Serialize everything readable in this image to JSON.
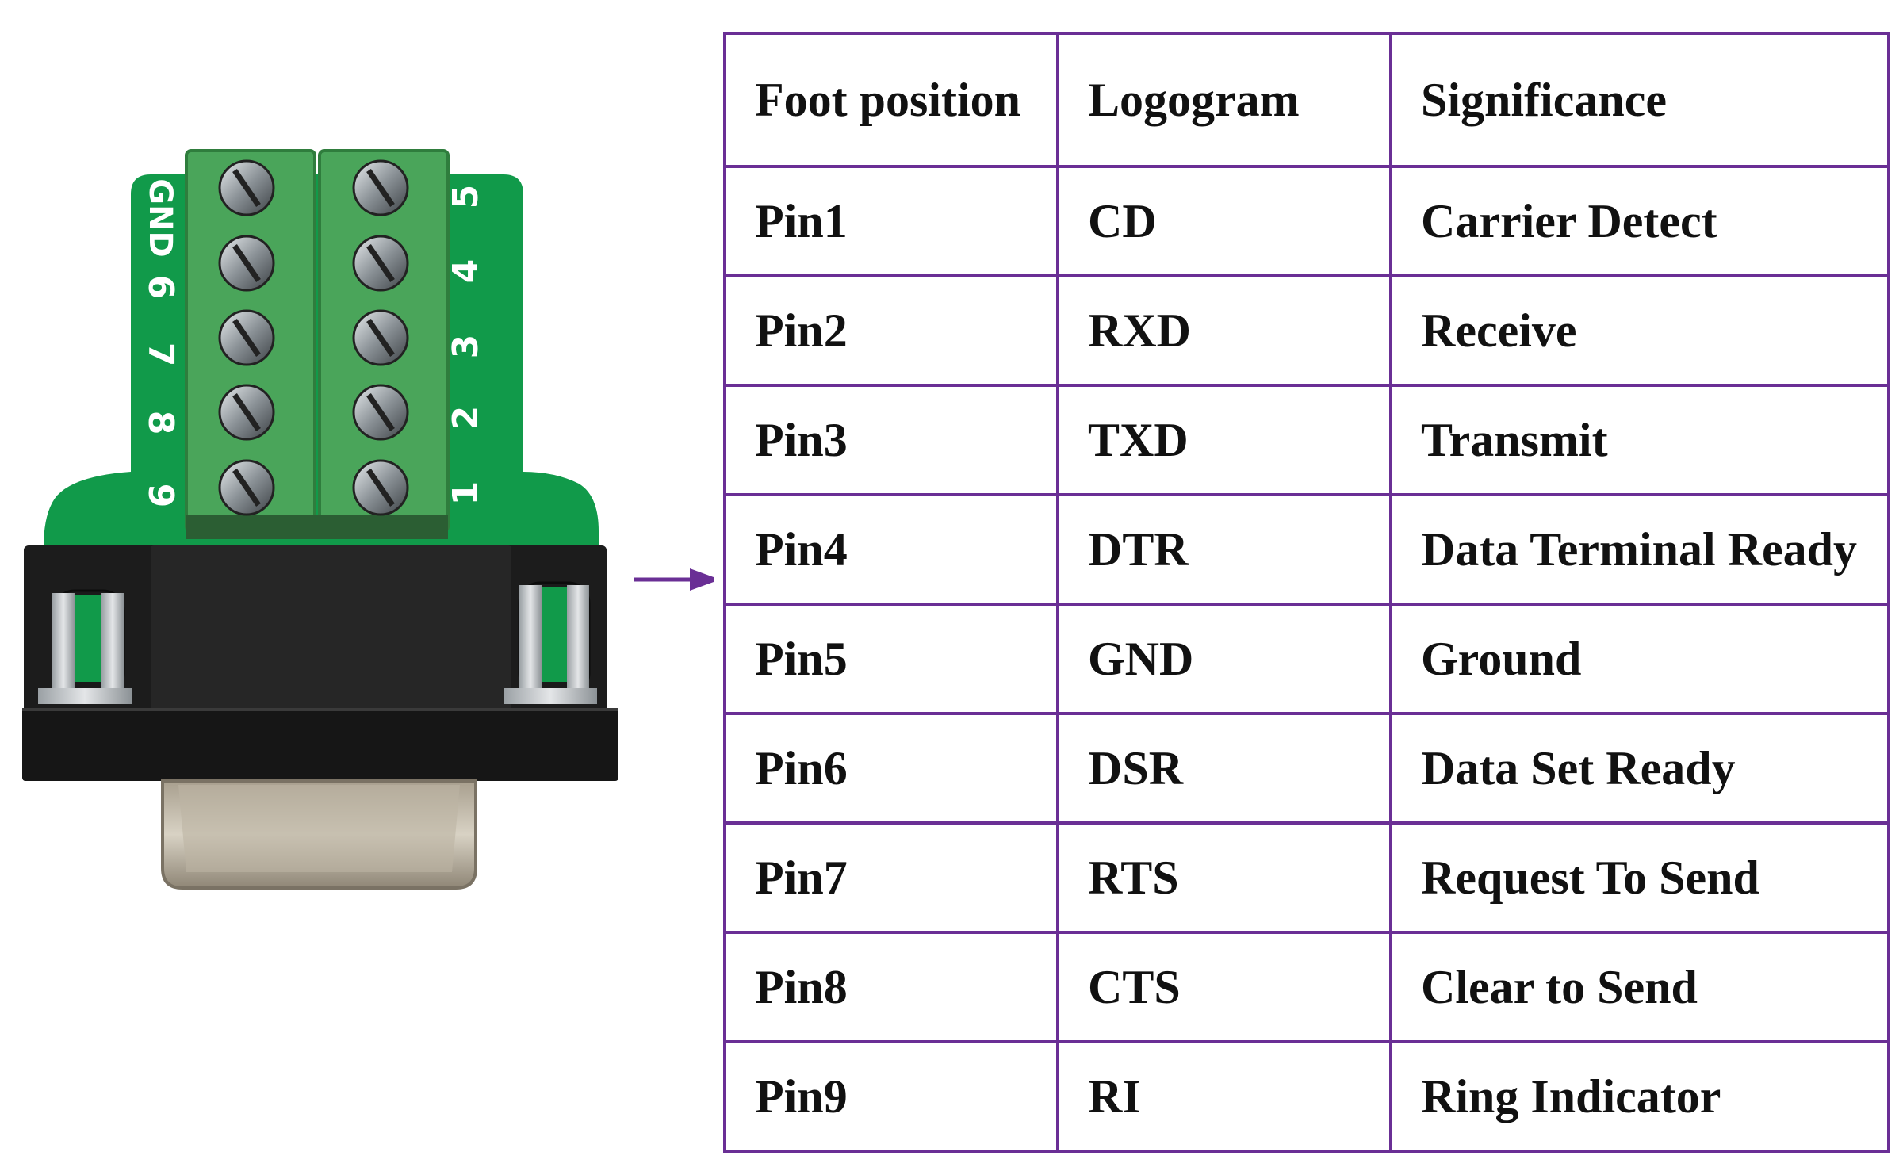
{
  "board": {
    "left_labels": [
      "GND",
      "6",
      "7",
      "8",
      "9"
    ],
    "right_labels": [
      "5",
      "4",
      "3",
      "2",
      "1"
    ]
  },
  "colors": {
    "table_border": "#6a2f95",
    "arrow": "#6a2f95",
    "pcb": "#119a4a",
    "terminal": "#4aa55a",
    "housing": "#1c1c1c"
  },
  "table": {
    "headers": [
      "Foot position",
      "Logogram",
      "Significance"
    ],
    "rows": [
      {
        "pin": "Pin1",
        "logo": "CD",
        "meaning": "Carrier Detect"
      },
      {
        "pin": "Pin2",
        "logo": "RXD",
        "meaning": "Receive"
      },
      {
        "pin": "Pin3",
        "logo": "TXD",
        "meaning": "Transmit"
      },
      {
        "pin": "Pin4",
        "logo": "DTR",
        "meaning": "Data Terminal Ready"
      },
      {
        "pin": "Pin5",
        "logo": "GND",
        "meaning": "Ground"
      },
      {
        "pin": "Pin6",
        "logo": "DSR",
        "meaning": "Data Set Ready"
      },
      {
        "pin": "Pin7",
        "logo": "RTS",
        "meaning": "Request To Send"
      },
      {
        "pin": "Pin8",
        "logo": "CTS",
        "meaning": "Clear to Send"
      },
      {
        "pin": "Pin9",
        "logo": "RI",
        "meaning": "Ring Indicator"
      }
    ]
  }
}
